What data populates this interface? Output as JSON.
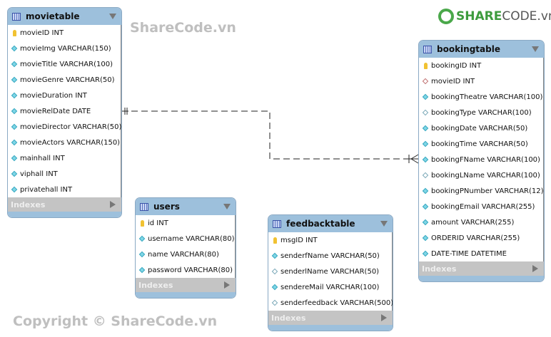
{
  "watermarks": {
    "top": "ShareCode.vn",
    "bottom": "Copyright © ShareCode.vn"
  },
  "logo": {
    "brand_bold": "SHARE",
    "brand_rest": "CODE.vn"
  },
  "tables": [
    {
      "name": "movietable",
      "indexes_label": "Indexes",
      "columns": [
        {
          "text": "movieID INT",
          "icon": "key"
        },
        {
          "text": "movieImg VARCHAR(150)",
          "icon": "filled"
        },
        {
          "text": "movieTitle VARCHAR(100)",
          "icon": "filled"
        },
        {
          "text": "movieGenre VARCHAR(50)",
          "icon": "filled"
        },
        {
          "text": "movieDuration INT",
          "icon": "filled"
        },
        {
          "text": "movieRelDate DATE",
          "icon": "filled"
        },
        {
          "text": "movieDirector VARCHAR(50)",
          "icon": "filled"
        },
        {
          "text": "movieActors VARCHAR(150)",
          "icon": "filled"
        },
        {
          "text": "mainhall INT",
          "icon": "filled"
        },
        {
          "text": "viphall INT",
          "icon": "filled"
        },
        {
          "text": "privatehall INT",
          "icon": "filled"
        }
      ]
    },
    {
      "name": "users",
      "indexes_label": "Indexes",
      "columns": [
        {
          "text": "id INT",
          "icon": "key"
        },
        {
          "text": "username VARCHAR(80)",
          "icon": "filled"
        },
        {
          "text": "name VARCHAR(80)",
          "icon": "filled"
        },
        {
          "text": "password VARCHAR(80)",
          "icon": "filled"
        }
      ]
    },
    {
      "name": "feedbacktable",
      "indexes_label": "Indexes",
      "columns": [
        {
          "text": "msgID INT",
          "icon": "key"
        },
        {
          "text": "senderfName VARCHAR(50)",
          "icon": "filled"
        },
        {
          "text": "senderlName VARCHAR(50)",
          "icon": "hollow"
        },
        {
          "text": "sendereMail VARCHAR(100)",
          "icon": "filled"
        },
        {
          "text": "senderfeedback VARCHAR(500)",
          "icon": "hollow"
        }
      ]
    },
    {
      "name": "bookingtable",
      "indexes_label": "Indexes",
      "columns": [
        {
          "text": "bookingID INT",
          "icon": "key"
        },
        {
          "text": "movieID INT",
          "icon": "fk"
        },
        {
          "text": "bookingTheatre VARCHAR(100)",
          "icon": "filled"
        },
        {
          "text": "bookingType VARCHAR(100)",
          "icon": "hollow"
        },
        {
          "text": "bookingDate VARCHAR(50)",
          "icon": "filled"
        },
        {
          "text": "bookingTime VARCHAR(50)",
          "icon": "filled"
        },
        {
          "text": "bookingFName VARCHAR(100)",
          "icon": "filled"
        },
        {
          "text": "bookingLName VARCHAR(100)",
          "icon": "hollow"
        },
        {
          "text": "bookingPNumber VARCHAR(12)",
          "icon": "filled"
        },
        {
          "text": "bookingEmail VARCHAR(255)",
          "icon": "filled"
        },
        {
          "text": "amount VARCHAR(255)",
          "icon": "filled"
        },
        {
          "text": "ORDERID VARCHAR(255)",
          "icon": "filled"
        },
        {
          "text": "DATE-TIME DATETIME",
          "icon": "filled"
        }
      ]
    }
  ],
  "relationships": [
    {
      "from": "movietable",
      "to": "bookingtable",
      "cardinality": "one-to-many",
      "identifying": false
    }
  ]
}
